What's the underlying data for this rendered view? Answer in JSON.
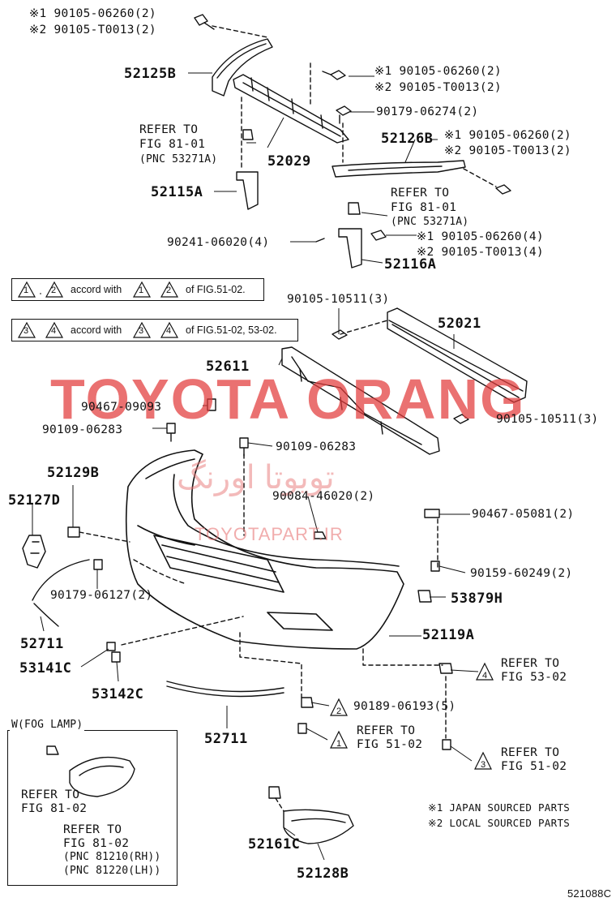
{
  "diagram_id": "521088C",
  "watermark": {
    "main": "TOYOTA ORANG",
    "farsi": "تویوتا اورنگ",
    "url": "TOYOTAPART.IR"
  },
  "note_boxes": [
    {
      "a": "1",
      "b": "2",
      "text1": "accord with",
      "text2": "of FIG.51-02."
    },
    {
      "a": "3",
      "b": "4",
      "text1": "accord with",
      "text2": "of FIG.51-02, 53-02."
    }
  ],
  "labels": {
    "top_left_1": "※1 90105-06260(2)",
    "top_left_2": "※2 90105-T0013(2)",
    "p52125B": "52125B",
    "top_right_1": "※1 90105-06260(2)",
    "top_right_2": "※2 90105-T0013(2)",
    "p90179_06274": "90179-06274(2)",
    "refer1_a": "REFER TO",
    "refer1_b": "FIG 81-01",
    "refer1_c": "(PNC 53271A)",
    "p52029": "52029",
    "p52126B": "52126B",
    "r52126_1": "※1 90105-06260(2)",
    "r52126_2": "※2 90105-T0013(2)",
    "p52115A": "52115A",
    "refer2_a": "REFER TO",
    "refer2_b": "FIG 81-01",
    "refer2_c": "(PNC 53271A)",
    "p90241": "90241-06020(4)",
    "r52116_1": "※1 90105-06260(4)",
    "r52116_2": "※2 90105-T0013(4)",
    "p52116A": "52116A",
    "p90105_10511_top": "90105-10511(3)",
    "p52021": "52021",
    "p52611": "52611",
    "p90467_09093": "90467-09093",
    "p90105_10511_right": "90105-10511(3)",
    "p90109_06283_l": "90109-06283",
    "p90109_06283_r": "90109-06283",
    "p52129B": "52129B",
    "p90084": "90084-46020(2)",
    "p52127D": "52127D",
    "p90467_05081": "90467-05081(2)",
    "p90159": "90159-60249(2)",
    "p90179_06127": "90179-06127(2)",
    "p53879H": "53879H",
    "p52711_a": "52711",
    "p52119A": "52119A",
    "p53141C": "53141C",
    "refer4_a": "REFER TO",
    "refer4_b": "FIG 53-02",
    "p53142C": "53142C",
    "p90189": "90189-06193(5)",
    "p52711_b": "52711",
    "refer5_a": "REFER TO",
    "refer5_b": "FIG 51-02",
    "refer3_a": "REFER TO",
    "refer3_b": "FIG 51-02",
    "fog_title": "W(FOG LAMP)",
    "fog_ref1_a": "REFER TO",
    "fog_ref1_b": "FIG 81-02",
    "fog_ref2_a": "REFER TO",
    "fog_ref2_b": "FIG 81-02",
    "fog_ref2_c": "(PNC 81210(RH))",
    "fog_ref2_d": "(PNC 81220(LH))",
    "p52161C": "52161C",
    "p52128B": "52128B",
    "legend_1": "※1 JAPAN SOURCED PARTS",
    "legend_2": "※2 LOCAL SOURCED PARTS"
  },
  "triangles": {
    "t4": "4",
    "t2": "2",
    "t1": "1",
    "t3": "3"
  }
}
